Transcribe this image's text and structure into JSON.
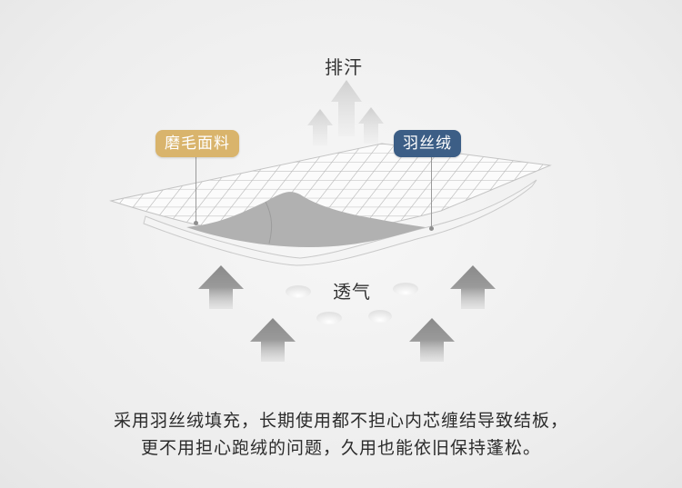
{
  "labels": {
    "sweat": "排汗",
    "breathe": "透气"
  },
  "callouts": {
    "fabric": "磨毛面料",
    "down": "羽丝绒"
  },
  "caption": {
    "line1": "采用羽丝绒填充，长期使用都不担心内芯缠结导致结板，",
    "line2": "更不用担心跑绒的问题，久用也能依旧保持蓬松。"
  },
  "colors": {
    "fabric_pill": "#d9b46c",
    "down_pill": "#3c5e86",
    "arrow": "#8a8a8a"
  }
}
